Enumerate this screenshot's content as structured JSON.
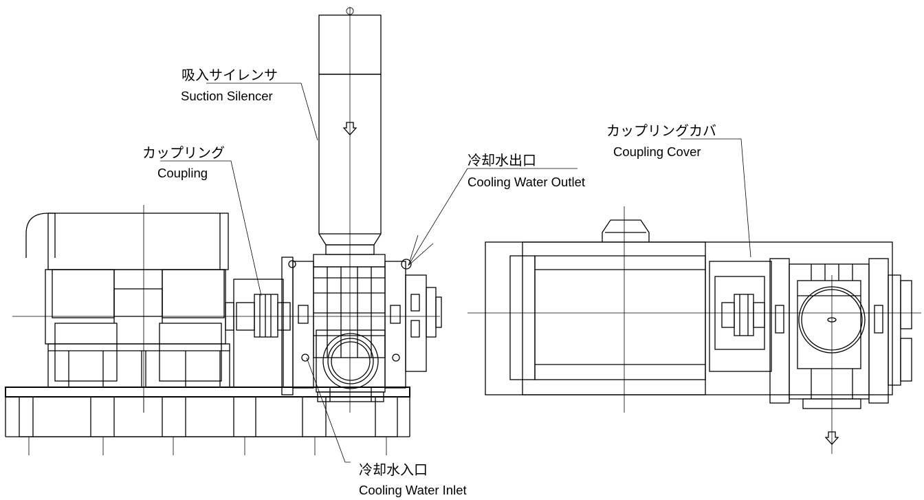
{
  "labels": {
    "suction_silencer": {
      "jp": "吸入サイレンサ",
      "en": "Suction Silencer"
    },
    "coupling": {
      "jp": "カップリング",
      "en": "Coupling"
    },
    "cooling_water_outlet": {
      "jp": "冷却水出口",
      "en": "Cooling Water Outlet"
    },
    "cooling_water_inlet": {
      "jp": "冷却水入口",
      "en": "Cooling Water Inlet"
    },
    "coupling_cover": {
      "jp": "カップリングカバ",
      "en": "Coupling Cover"
    }
  }
}
